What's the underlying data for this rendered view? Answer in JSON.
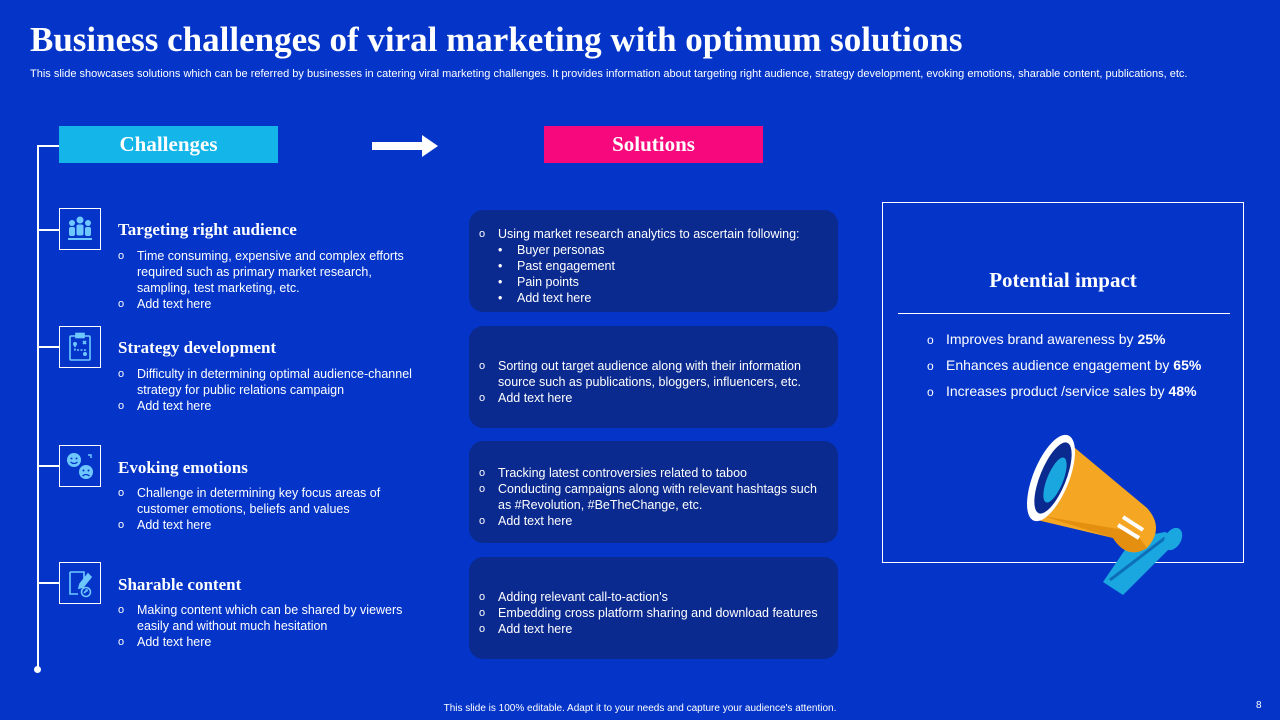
{
  "slide": {
    "title": "Business challenges of viral marketing with optimum solutions",
    "subtitle": "This slide showcases solutions which can be referred by businesses in catering viral marketing challenges. It provides information about targeting right audience, strategy development, evoking emotions, sharable content, publications, etc.",
    "footer": "This slide is 100% editable. Adapt it to your needs and capture your audience's attention.",
    "page_number": "8"
  },
  "headers": {
    "challenges": "Challenges",
    "solutions": "Solutions"
  },
  "challenges": [
    {
      "icon": "team-icon",
      "title": "Targeting right audience",
      "bullets": [
        "Time consuming, expensive and complex efforts required  such as primary market research, sampling, test marketing, etc.",
        "Add text here"
      ]
    },
    {
      "icon": "clipboard-strategy-icon",
      "title": "Strategy development",
      "bullets": [
        "Difficulty in determining optimal audience-channel strategy for public relations campaign",
        "Add text here"
      ]
    },
    {
      "icon": "emotions-icon",
      "title": "Evoking emotions",
      "bullets": [
        "Challenge in determining key focus areas of customer emotions, beliefs and values",
        "Add text here"
      ]
    },
    {
      "icon": "share-content-icon",
      "title": "Sharable content",
      "bullets": [
        "Making content which can be shared by viewers easily and without much hesitation",
        "Add text here"
      ]
    }
  ],
  "solutions": [
    {
      "bullets": [
        "Using market research analytics to ascertain following:"
      ],
      "sub_bullets": [
        "Buyer personas",
        "Past engagement",
        "Pain points",
        "Add text here"
      ]
    },
    {
      "bullets": [
        "Sorting out target audience along with their information source such as publications, bloggers, influencers,  etc.",
        "Add text here"
      ]
    },
    {
      "bullets": [
        "Tracking latest controversies  related to taboo",
        "Conducting campaigns along with relevant  hashtags such as #Revolution,  #BeTheChange,  etc.",
        "Add text here"
      ]
    },
    {
      "bullets": [
        "Adding relevant  call-to-action's",
        "Embedding cross platform sharing and download features",
        "Add text here"
      ]
    }
  ],
  "impact": {
    "title": "Potential impact",
    "items": [
      {
        "text": "Improves brand awareness by ",
        "value": "25%"
      },
      {
        "text": "Enhances audience engagement by ",
        "value": "65%"
      },
      {
        "text": "Increases product /service sales by ",
        "value": "48%"
      }
    ]
  },
  "colors": {
    "background": "#0435c8",
    "challenges_header": "#14b5e8",
    "solutions_header": "#f7087c",
    "card": "#0b2a8f",
    "megaphone_body": "#f5a623",
    "megaphone_accent": "#1aa7e0"
  }
}
